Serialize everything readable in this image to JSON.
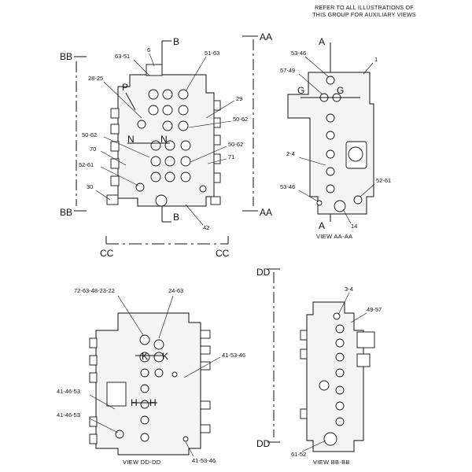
{
  "note": [
    "REFER TO ALL ILLUSTRATIONS OF",
    "THIS GROUP FOR AUXILIARY VIEWS"
  ],
  "section_marks": {
    "bb": "BB",
    "aa": "AA",
    "b": "B",
    "cc": "CC",
    "dd": "DD",
    "a": "A",
    "n": "N",
    "p": "P",
    "g": "G",
    "k": "K",
    "h": "H"
  },
  "views": {
    "main": {
      "callouts": [
        "63-51",
        "6",
        "51-63",
        "28-25",
        "29",
        "50-62",
        "50-62",
        "50-62",
        "70",
        "71",
        "52-61",
        "30",
        "42"
      ]
    },
    "aa": {
      "title": "VIEW AA-AA",
      "callouts": [
        "53-46",
        "1",
        "57-49",
        "2-4",
        "53-46",
        "52-61",
        "14"
      ]
    },
    "dd": {
      "title": "VIEW DD-DD",
      "callouts": [
        "72-63-48-23-22",
        "24-63",
        "41-53-46",
        "41-46-53",
        "41-46-53",
        "41-53-46"
      ]
    },
    "bbview": {
      "title": "VIEW BB-BB",
      "callouts": [
        "3-4",
        "49-57",
        "61-52"
      ]
    }
  }
}
